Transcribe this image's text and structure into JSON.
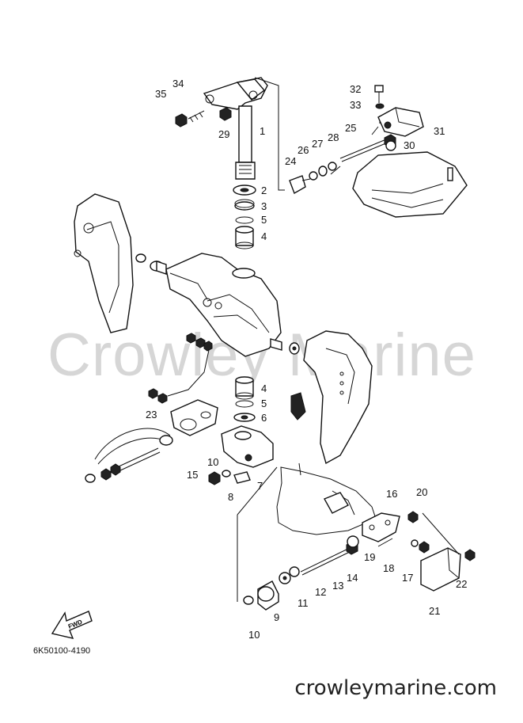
{
  "watermark": "Crowley Marine",
  "diagram_code": "6K50100-4190",
  "site_url": "crowleymarine.com",
  "fwd_label": "FWD",
  "callouts": [
    {
      "id": "c1",
      "label": "1"
    },
    {
      "id": "c2",
      "label": "2"
    },
    {
      "id": "c3",
      "label": "3"
    },
    {
      "id": "c4a",
      "label": "4"
    },
    {
      "id": "c4b",
      "label": "4"
    },
    {
      "id": "c5a",
      "label": "5"
    },
    {
      "id": "c5b",
      "label": "5"
    },
    {
      "id": "c6",
      "label": "6"
    },
    {
      "id": "c7",
      "label": "7"
    },
    {
      "id": "c8",
      "label": "8"
    },
    {
      "id": "c9",
      "label": "9"
    },
    {
      "id": "c10a",
      "label": "10"
    },
    {
      "id": "c10b",
      "label": "10"
    },
    {
      "id": "c11",
      "label": "11"
    },
    {
      "id": "c12",
      "label": "12"
    },
    {
      "id": "c13",
      "label": "13"
    },
    {
      "id": "c14",
      "label": "14"
    },
    {
      "id": "c15",
      "label": "15"
    },
    {
      "id": "c16",
      "label": "16"
    },
    {
      "id": "c17",
      "label": "17"
    },
    {
      "id": "c18",
      "label": "18"
    },
    {
      "id": "c19",
      "label": "19"
    },
    {
      "id": "c20",
      "label": "20"
    },
    {
      "id": "c21",
      "label": "21"
    },
    {
      "id": "c22",
      "label": "22"
    },
    {
      "id": "c23",
      "label": "23"
    },
    {
      "id": "c24",
      "label": "24"
    },
    {
      "id": "c25",
      "label": "25"
    },
    {
      "id": "c26",
      "label": "26"
    },
    {
      "id": "c27",
      "label": "27"
    },
    {
      "id": "c28",
      "label": "28"
    },
    {
      "id": "c29",
      "label": "29"
    },
    {
      "id": "c30",
      "label": "30"
    },
    {
      "id": "c31",
      "label": "31"
    },
    {
      "id": "c32",
      "label": "32"
    },
    {
      "id": "c33",
      "label": "33"
    },
    {
      "id": "c34",
      "label": "34"
    },
    {
      "id": "c35",
      "label": "35"
    }
  ]
}
